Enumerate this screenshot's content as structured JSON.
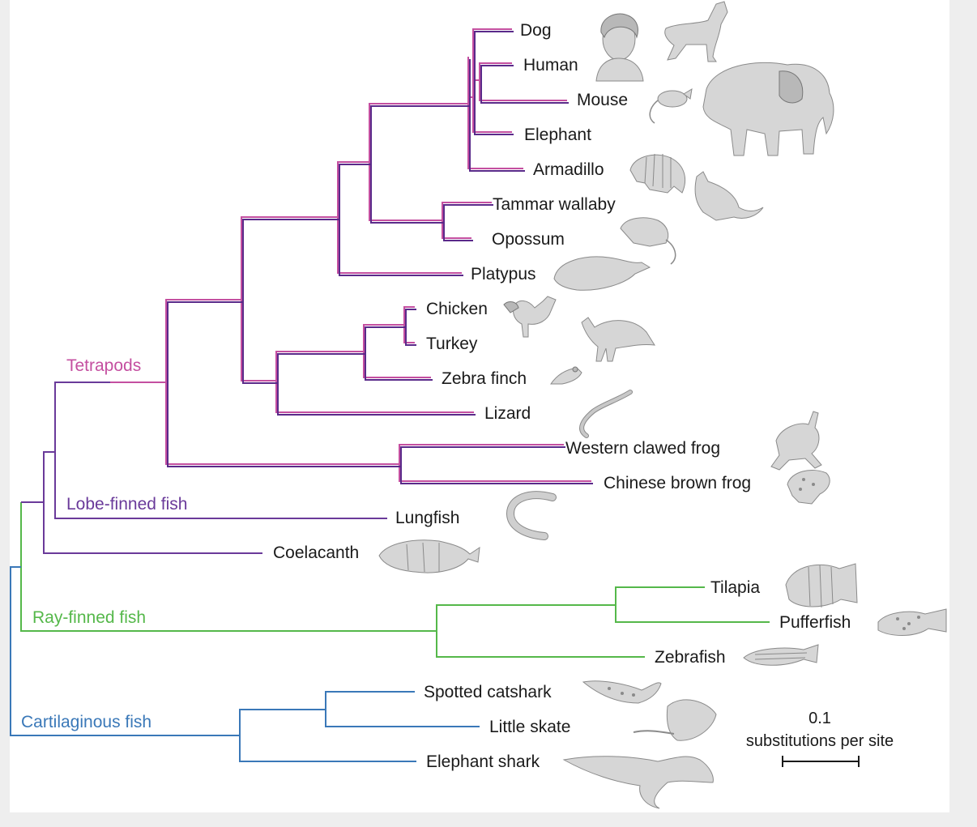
{
  "colors": {
    "tetrapods": "#c44fa0",
    "tetrapods_shadow": "#5a2a8a",
    "lobe_finned": "#6a3a9a",
    "ray_finned": "#55b84a",
    "cartilaginous": "#3a78b8",
    "text": "#1a1a1a"
  },
  "groups": {
    "tetrapods": "Tetrapods",
    "lobe_finned": "Lobe-finned fish",
    "ray_finned": "Ray-finned fish",
    "cartilaginous": "Cartilaginous fish"
  },
  "taxa": {
    "dog": "Dog",
    "human": "Human",
    "mouse": "Mouse",
    "elephant": "Elephant",
    "armadillo": "Armadillo",
    "tammar_wallaby": "Tammar wallaby",
    "opossum": "Opossum",
    "platypus": "Platypus",
    "chicken": "Chicken",
    "turkey": "Turkey",
    "zebra_finch": "Zebra finch",
    "lizard": "Lizard",
    "western_clawed_frog": "Western clawed frog",
    "chinese_brown_frog": "Chinese brown frog",
    "lungfish": "Lungfish",
    "coelacanth": "Coelacanth",
    "tilapia": "Tilapia",
    "pufferfish": "Pufferfish",
    "zebrafish": "Zebrafish",
    "spotted_catshark": "Spotted catshark",
    "little_skate": "Little skate",
    "elephant_shark": "Elephant shark"
  },
  "scale_bar": {
    "value": "0.1",
    "unit": "substitutions per site"
  },
  "illustrations": [
    "dog-illustration",
    "human-portrait",
    "mouse-illustration",
    "elephant-illustration",
    "armadillo-illustration",
    "wallaby-illustration",
    "opossum-illustration",
    "platypus-illustration",
    "chicken-illustration",
    "turkey-illustration",
    "zebra-finch-illustration",
    "lizard-illustration",
    "western-clawed-frog-illustration",
    "chinese-brown-frog-illustration",
    "lungfish-illustration",
    "coelacanth-illustration",
    "tilapia-illustration",
    "pufferfish-illustration",
    "zebrafish-illustration",
    "catshark-illustration",
    "skate-illustration",
    "elephant-shark-illustration"
  ]
}
